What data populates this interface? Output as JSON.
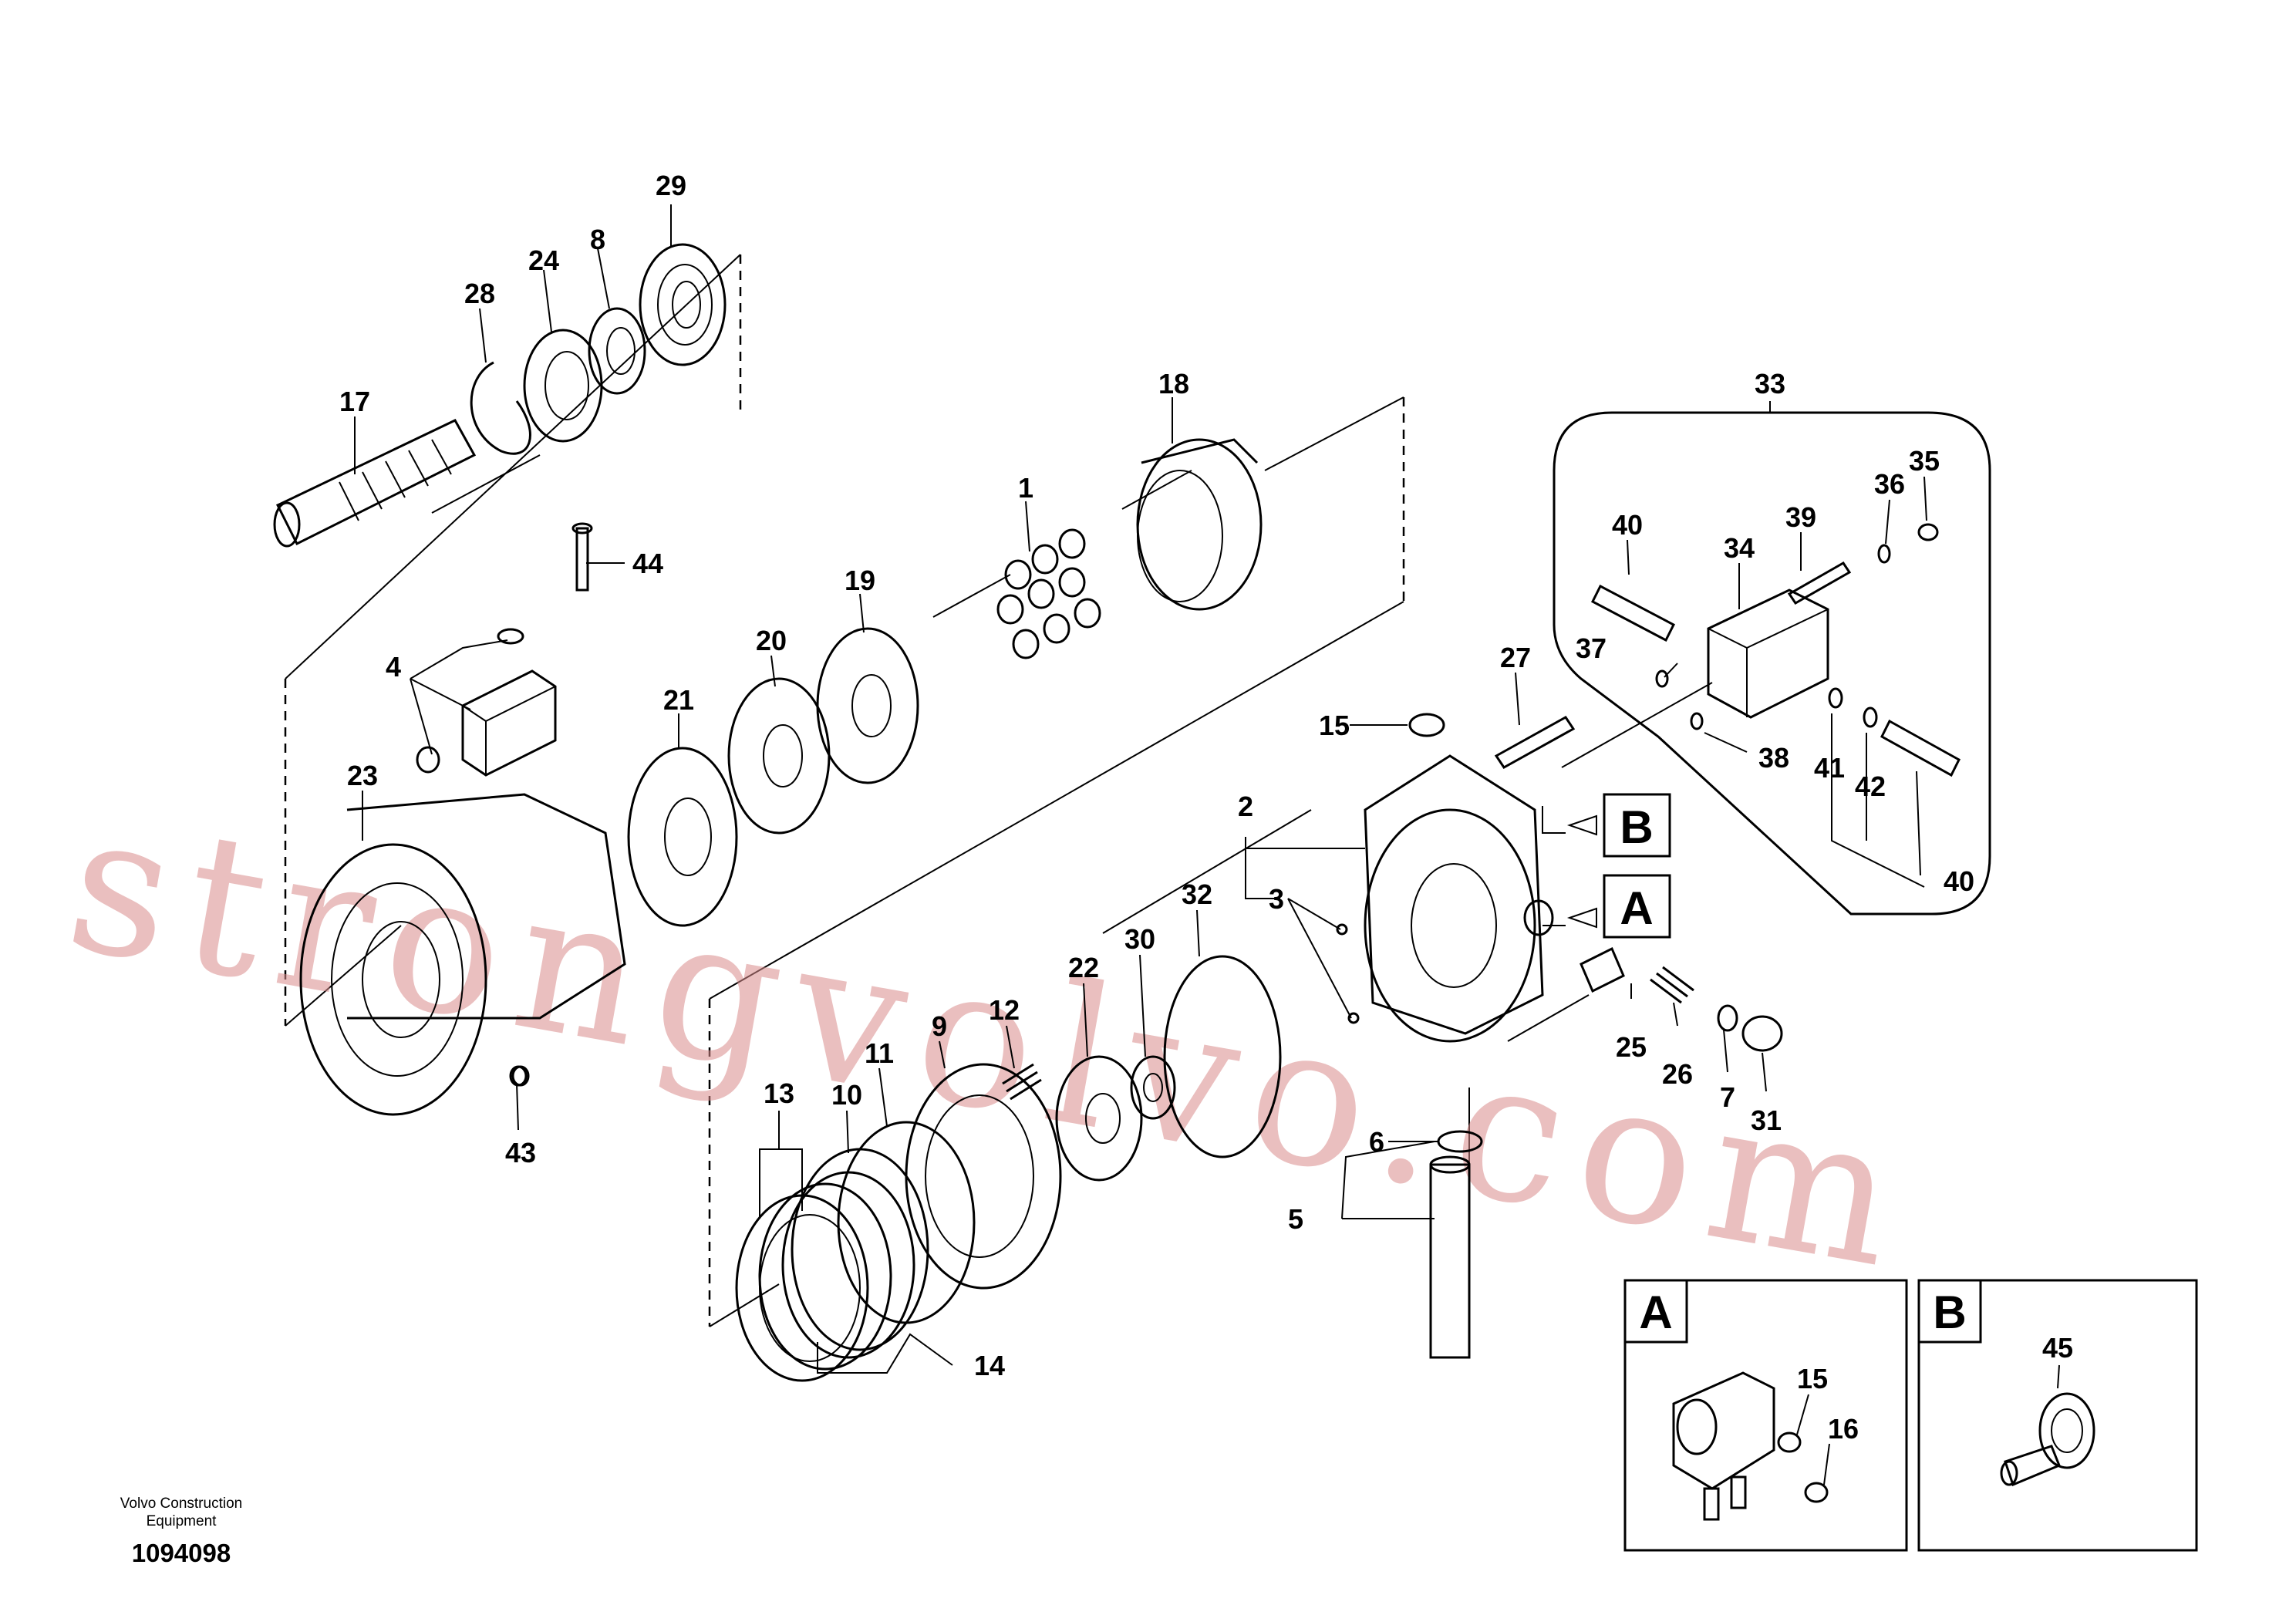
{
  "parts": {
    "p1": "1",
    "p2": "2",
    "p3": "3",
    "p4": "4",
    "p5": "5",
    "p6": "6",
    "p7": "7",
    "p8": "8",
    "p9": "9",
    "p10": "10",
    "p11": "11",
    "p12": "12",
    "p13": "13",
    "p14": "14",
    "p15": "15",
    "p16": "16",
    "p17": "17",
    "p18": "18",
    "p19": "19",
    "p20": "20",
    "p21": "21",
    "p22": "22",
    "p23": "23",
    "p24": "24",
    "p25": "25",
    "p26": "26",
    "p27": "27",
    "p28": "28",
    "p29": "29",
    "p30": "30",
    "p31": "31",
    "p32": "32",
    "p33": "33",
    "p34": "34",
    "p35": "35",
    "p36": "36",
    "p37": "37",
    "p38": "38",
    "p39": "39",
    "p40": "40",
    "p41": "41",
    "p42": "42",
    "p43": "43",
    "p44": "44",
    "p45": "45"
  },
  "views": {
    "a": "A",
    "b": "B"
  },
  "footer": {
    "line1": "Volvo Construction",
    "line2": "Equipment",
    "number": "1094098"
  },
  "watermark": "strongvolvo.com"
}
